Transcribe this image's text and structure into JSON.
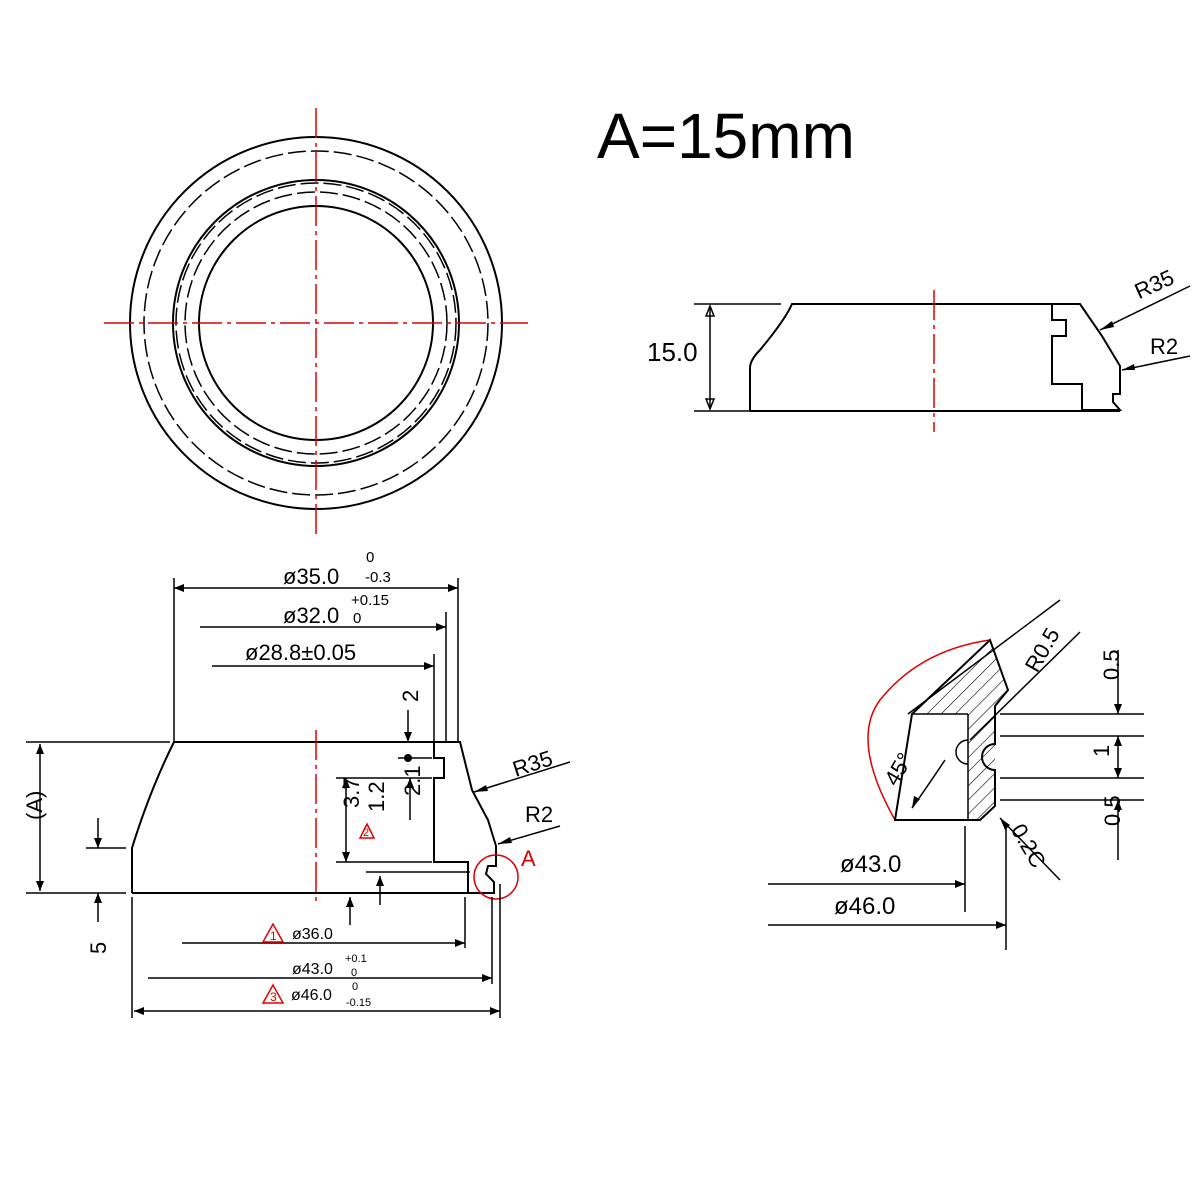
{
  "title": "A=15mm",
  "top_right_view": {
    "height_label": "15.0",
    "radius_outer": "R35",
    "radius_inner": "R2"
  },
  "section_view": {
    "dia_35": {
      "base": "ø35.0",
      "upper": "0",
      "lower": "-0.3"
    },
    "dia_32": {
      "base": "ø32.0",
      "upper": "+0.15",
      "lower": "0"
    },
    "dia_28": "ø28.8±0.05",
    "dim_2": "2",
    "dim_3_7": "3.7",
    "dim_1_2": "1.2",
    "dim_2_1": "2.1",
    "height_A": "(A)",
    "dim_5": "5",
    "radius_outer": "R35",
    "radius_inner": "R2",
    "detail_label": "A",
    "dia_36": "ø36.0",
    "dia_43": {
      "base": "ø43.0",
      "upper": "+0.1",
      "lower": "0"
    },
    "dia_46": {
      "base": "ø46.0",
      "upper": "0",
      "lower": "-0.15"
    },
    "marker_1": "1",
    "marker_2": "2",
    "marker_3": "3"
  },
  "detail_view": {
    "radius": "R0.5",
    "angle": "45°",
    "dim_top": "0.5",
    "dim_mid": "1",
    "dim_bottom": "0.5",
    "chamfer": "0.2C",
    "dia_43": "ø43.0",
    "dia_46": "ø46.0"
  },
  "colors": {
    "line": "#000000",
    "centerline": "#e00000",
    "background": "#ffffff"
  }
}
